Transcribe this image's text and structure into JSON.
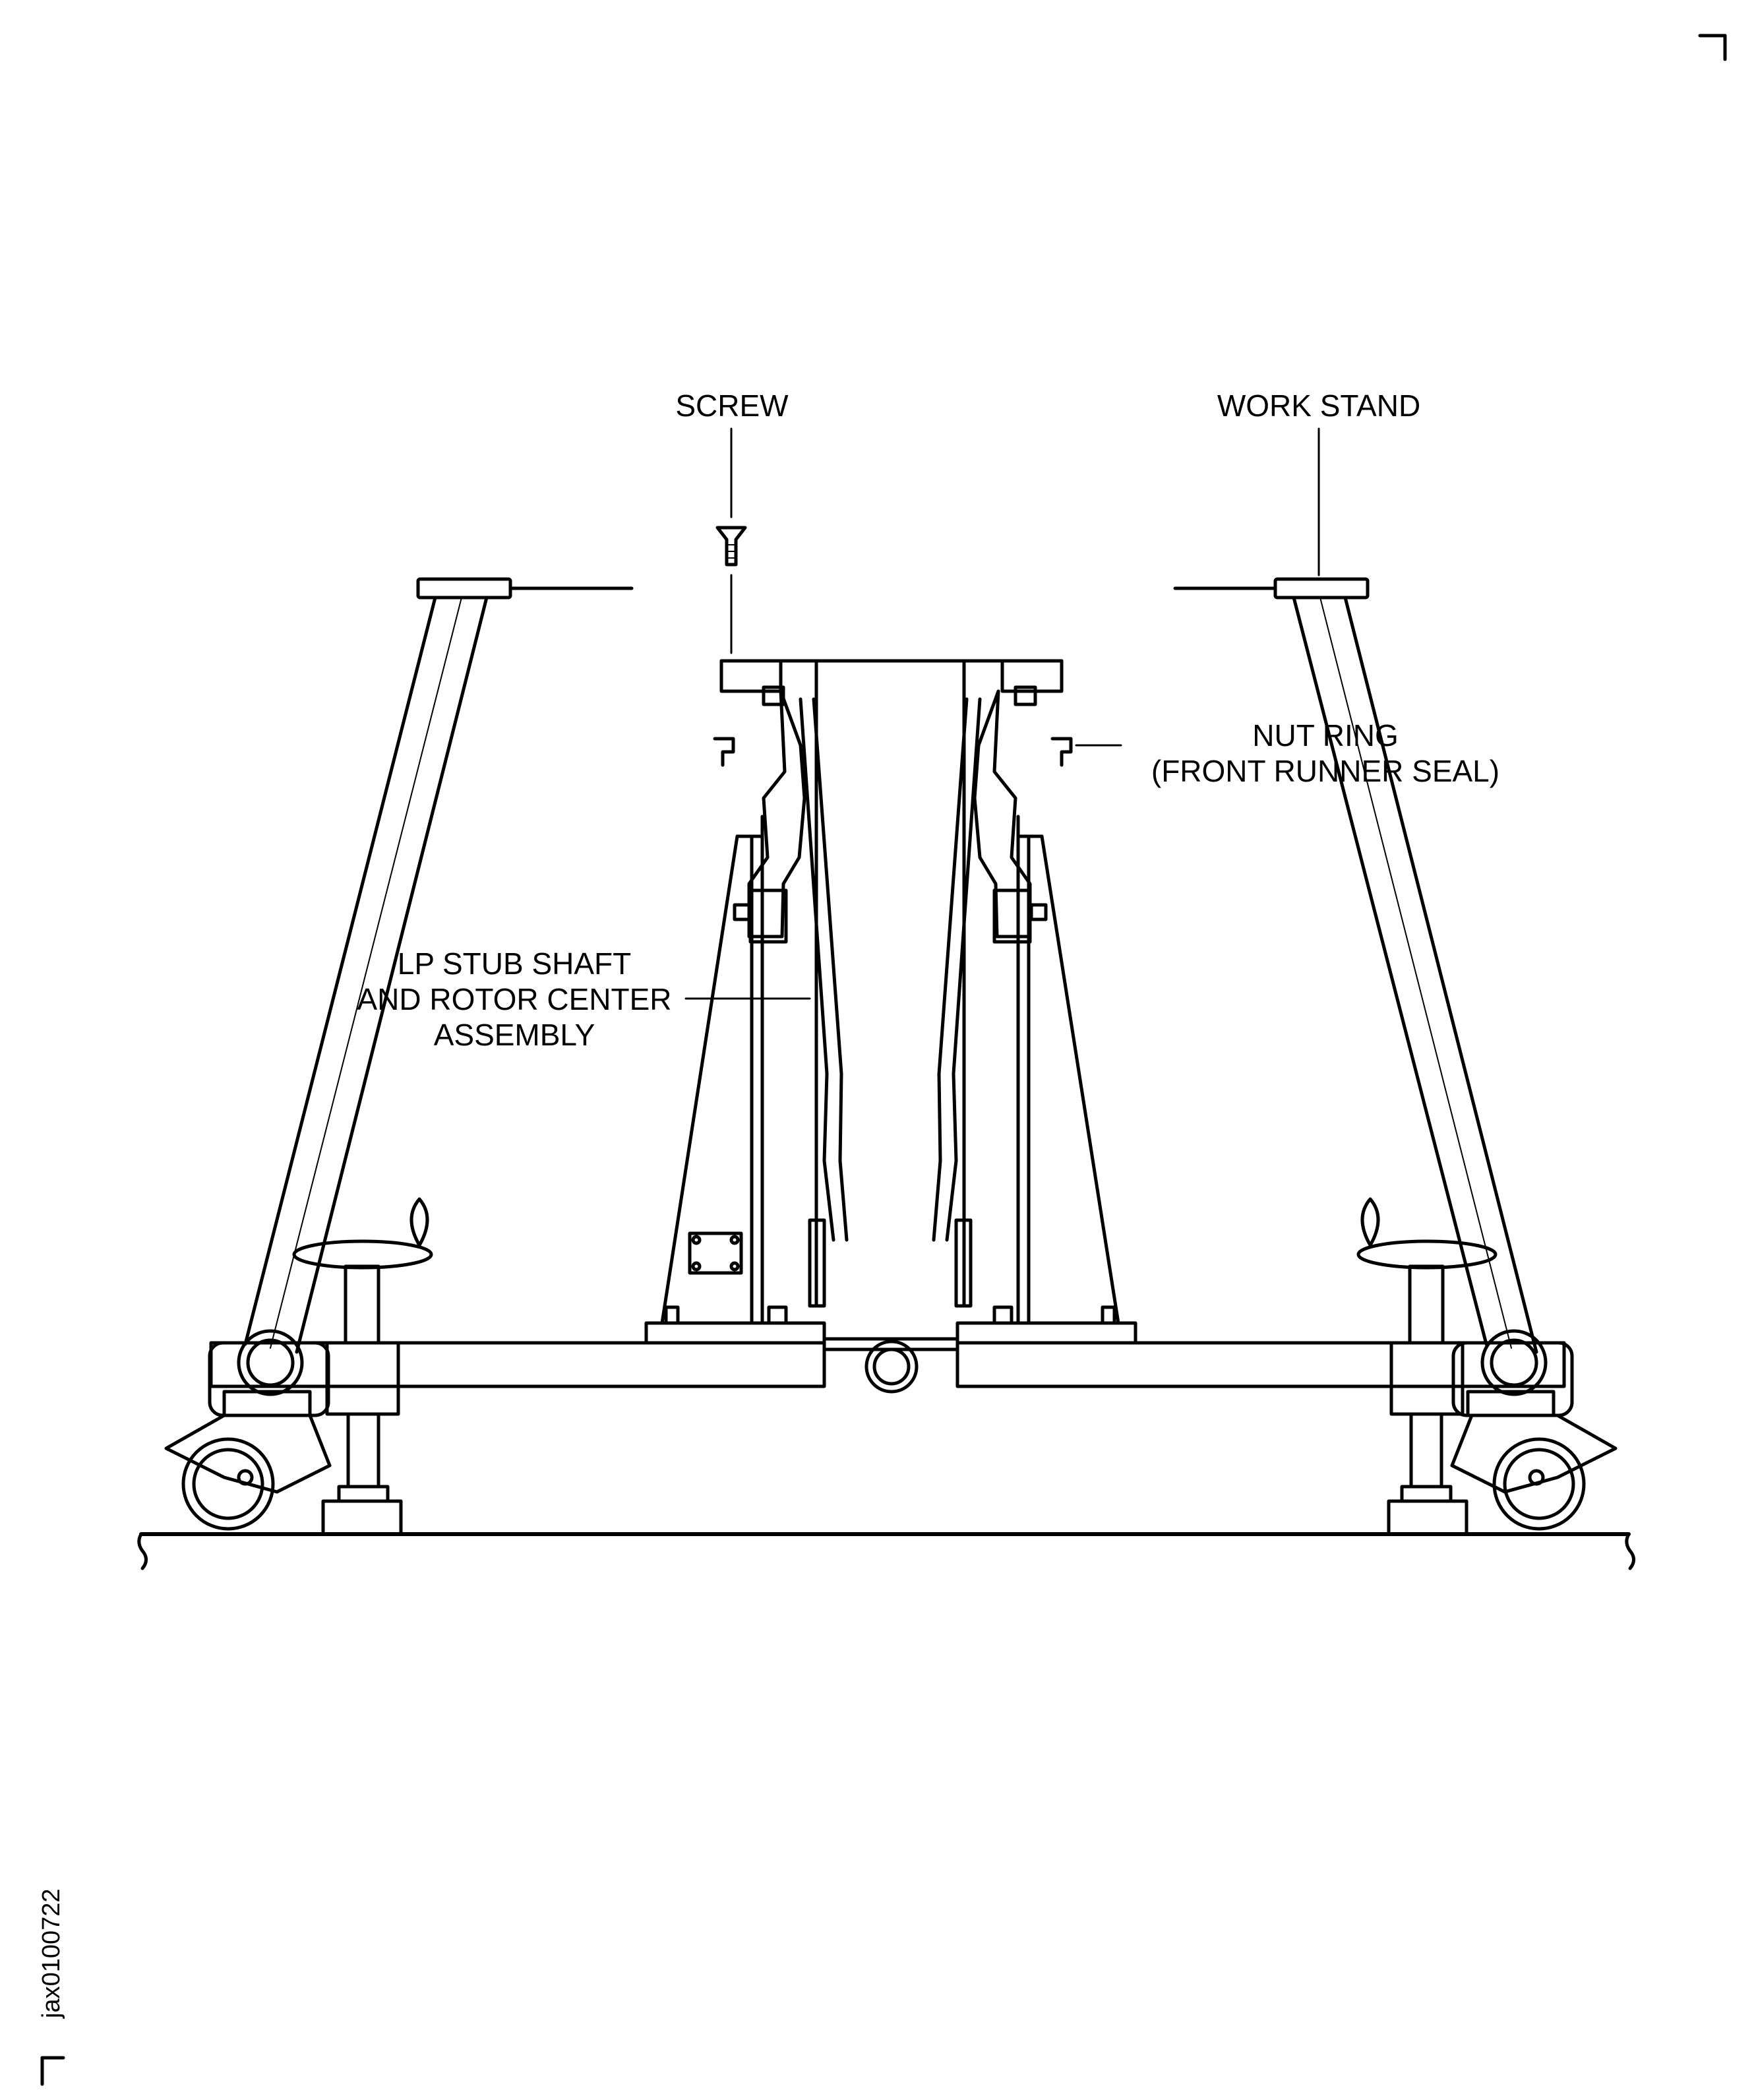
{
  "callouts": {
    "screw": "SCREW",
    "work_stand": "WORK STAND",
    "nut_ring_line1": "NUT RING",
    "nut_ring_line2": "(FRONT RUNNER SEAL)",
    "stub_shaft_line1": "LP STUB SHAFT",
    "stub_shaft_line2": "AND ROTOR CENTER",
    "stub_shaft_line3": "ASSEMBLY"
  },
  "figure_id": "jax0100722",
  "colors": {
    "ink": "#000000",
    "paper": "#ffffff"
  }
}
